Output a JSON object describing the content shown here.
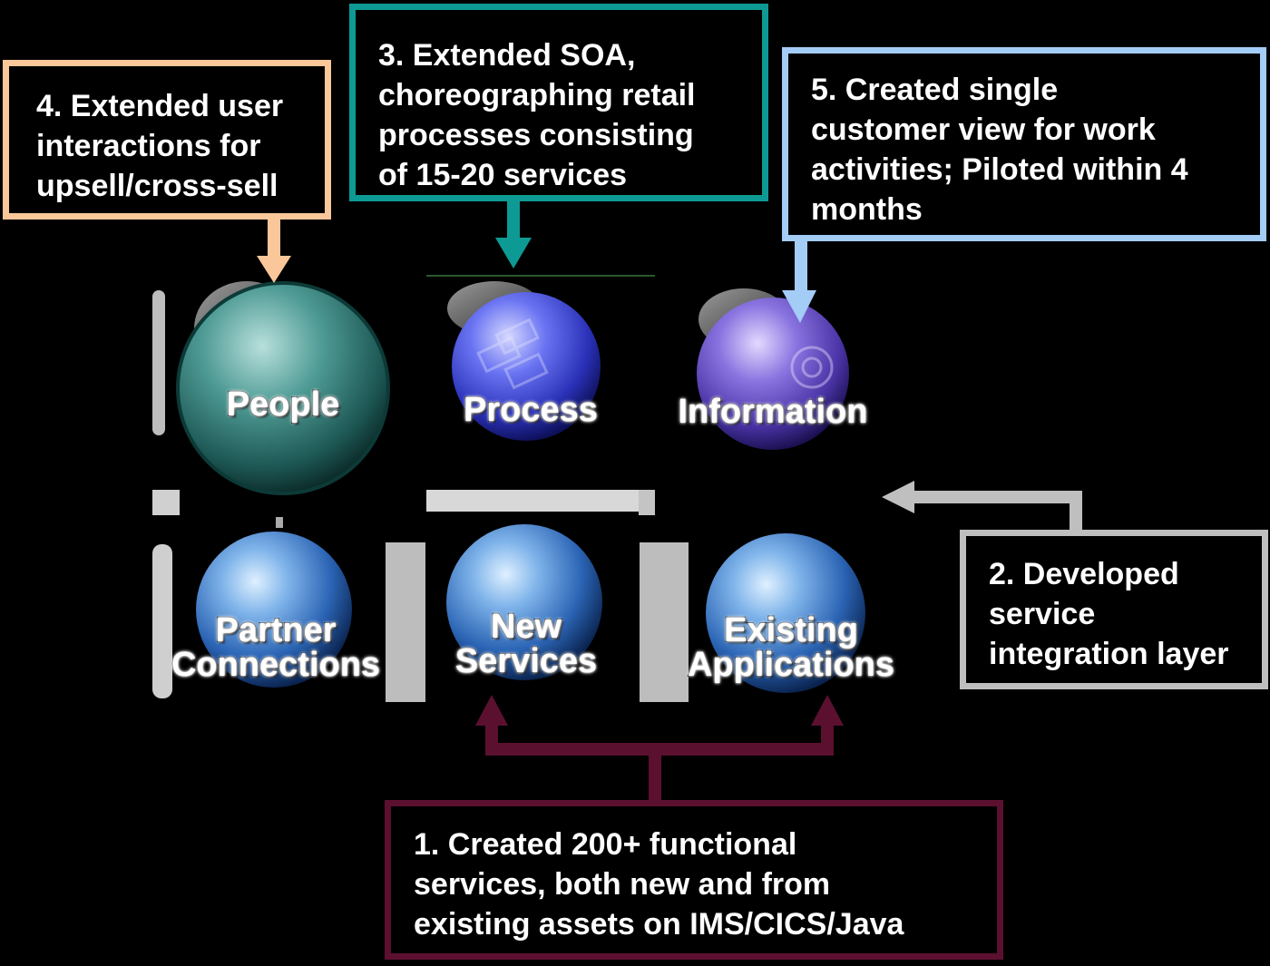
{
  "callouts": {
    "c1": "1. Created 200+ functional\nservices, both new and from\nexisting assets on IMS/CICS/Java",
    "c2": "2. Developed\nservice\nintegration layer",
    "c3": "3. Extended SOA,\nchoreographing retail\nprocesses consisting\nof  15-20 services",
    "c4": "4. Extended user\ninteractions for\nupsell/cross-sell",
    "c5": "5. Created single\ncustomer view for work\nactivities; Piloted within 4\nmonths"
  },
  "globes": {
    "people": "People",
    "process": "Process",
    "information": "Information",
    "partner": "Partner\nConnections",
    "new_services": "New\nServices",
    "existing": "Existing\nApplications"
  },
  "colors": {
    "c1": "#5C1030",
    "c2": "#BFBFBF",
    "c3": "#0E9A94",
    "c4": "#F9C79A",
    "c5": "#A3CCF7"
  }
}
